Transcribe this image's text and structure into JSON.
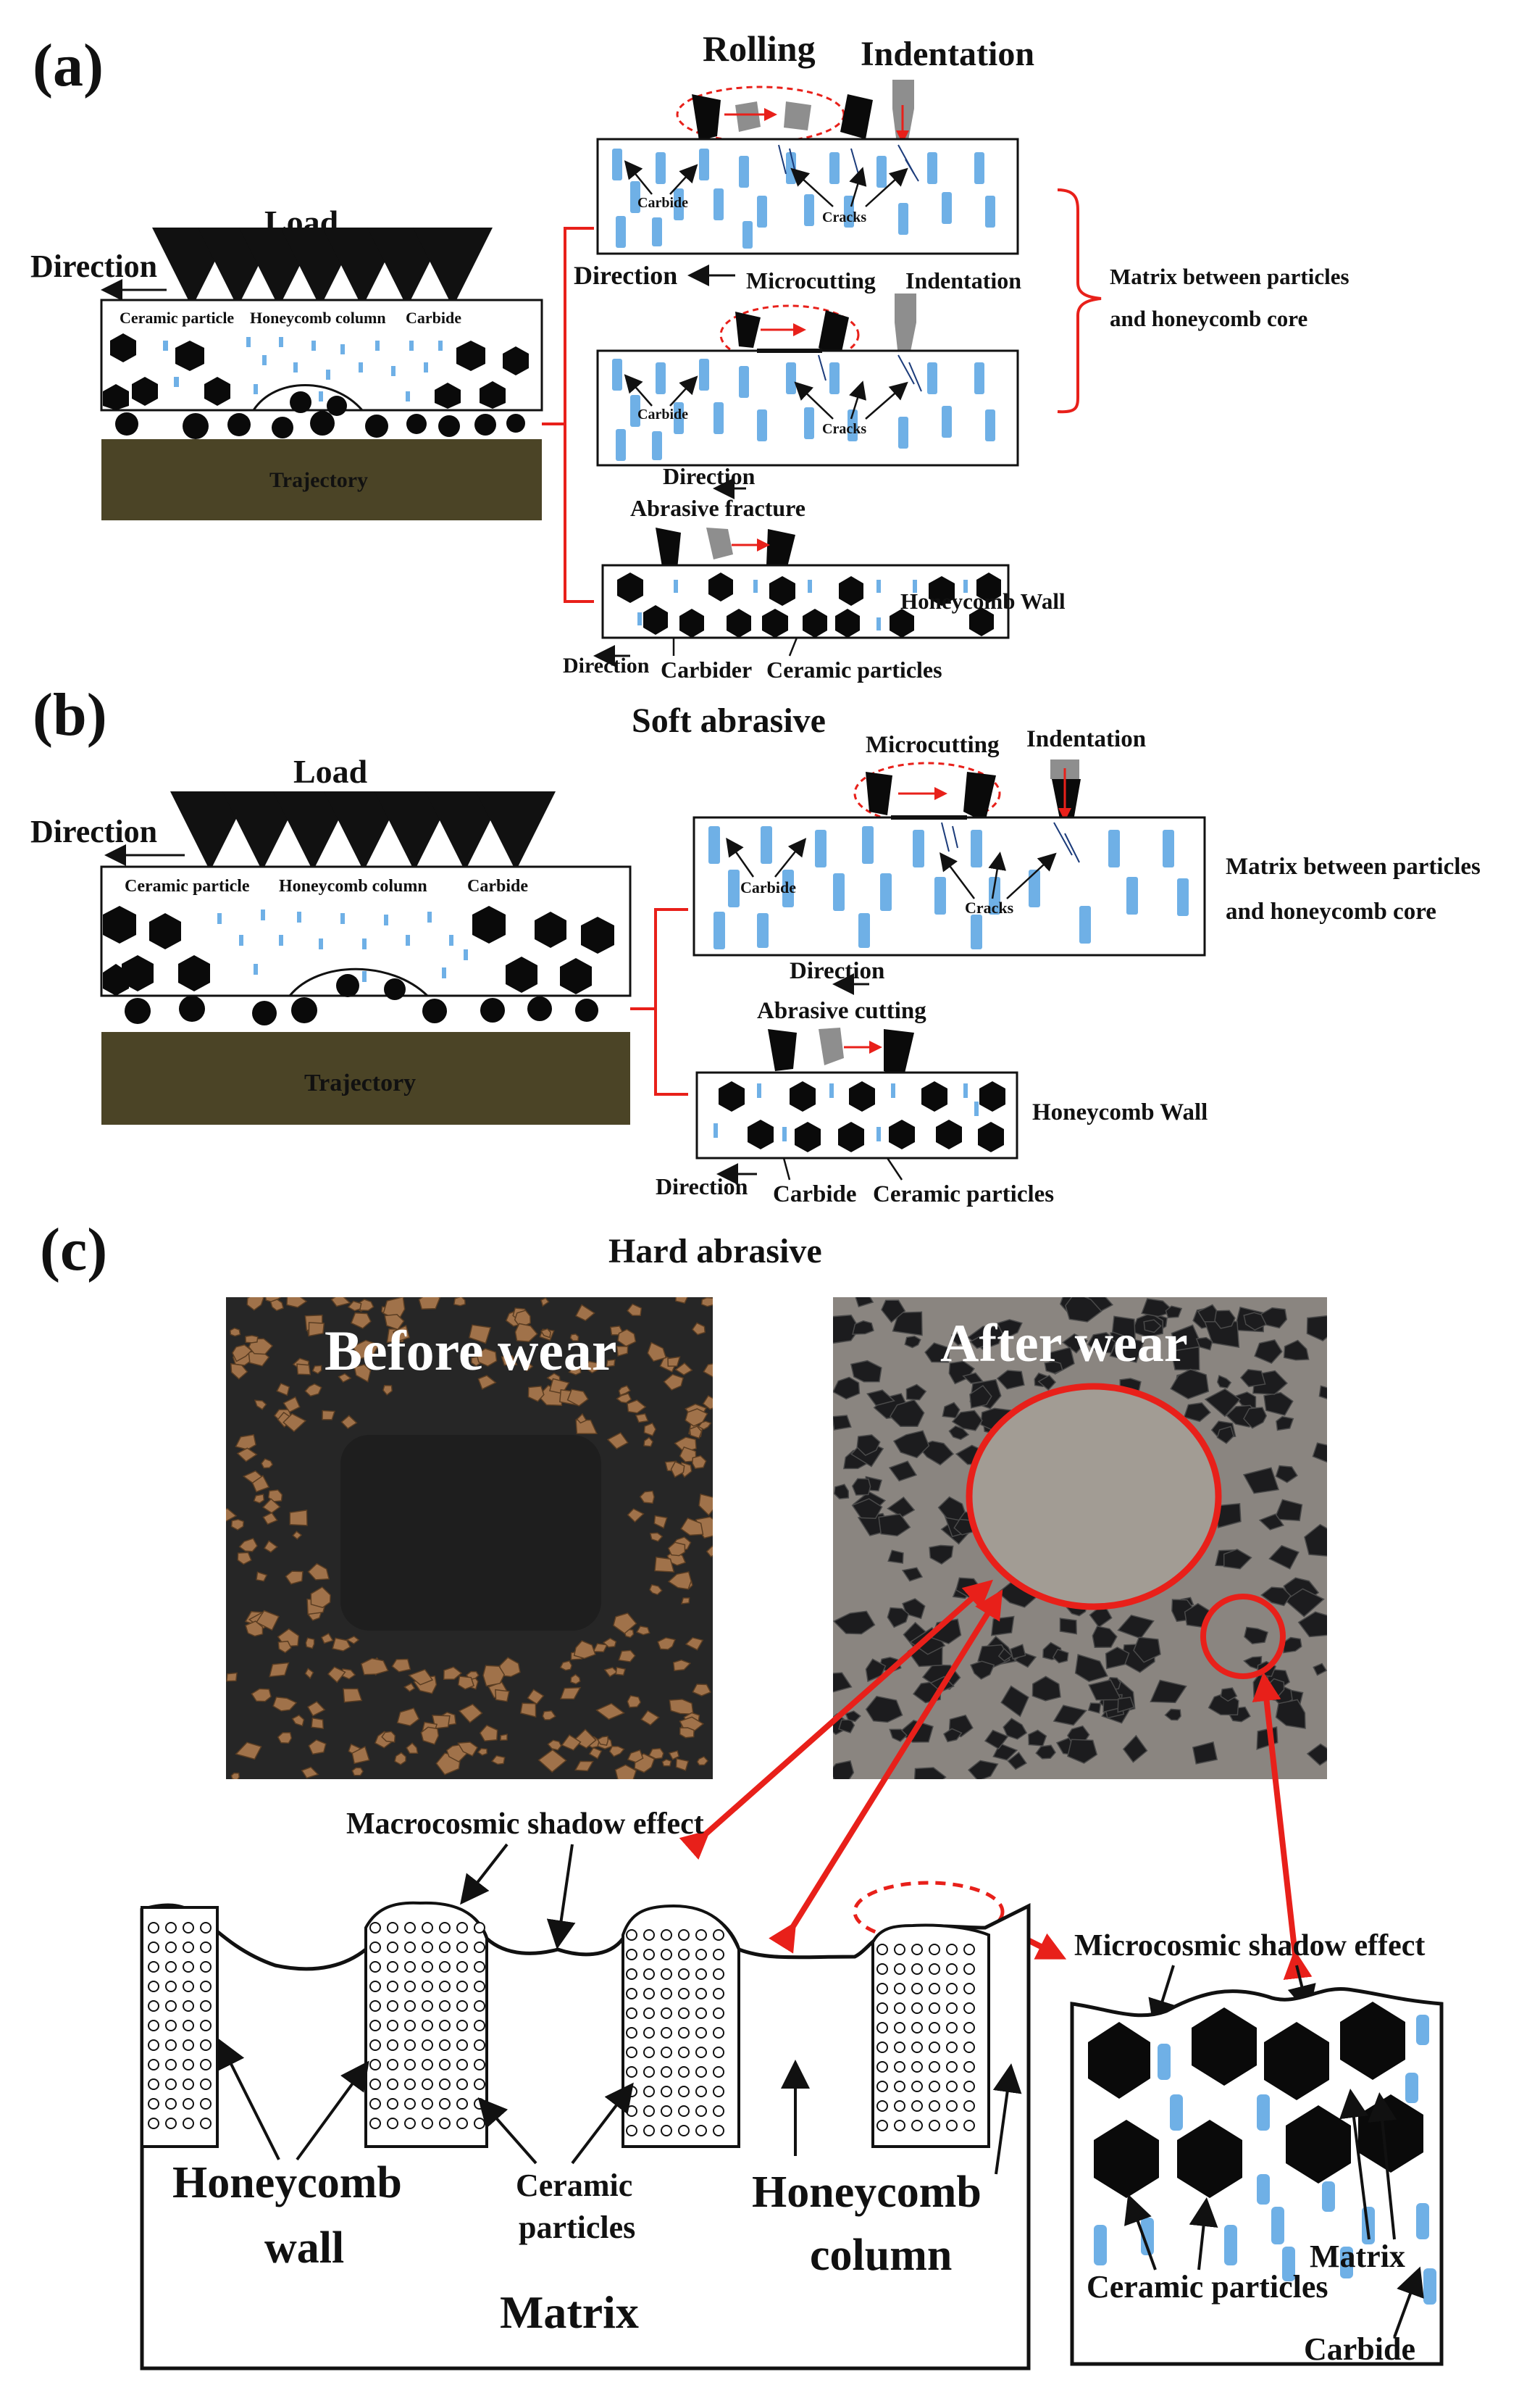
{
  "panel_a": {
    "label": "(a)",
    "caption": "Soft abrasive",
    "load": "Load",
    "direction": "Direction",
    "box_labels": {
      "ceramic": "Ceramic particle",
      "column": "Honeycomb column",
      "carbide": "Carbide"
    },
    "trajectory": "Trajectory",
    "rolling": "Rolling",
    "indentation": "Indentation",
    "microcutting": "Microcutting",
    "indentation_2": "Indentation",
    "carbide": "Carbide",
    "cracks": "Cracks",
    "direction_z1": "Direction",
    "direction_z2": "Direction",
    "direction_z3": "Direction",
    "matrix_label_1": "Matrix between particles",
    "matrix_label_2": "and honeycomb core",
    "abrasive_fracture": "Abrasive fracture",
    "honeycomb_wall": "Honeycomb Wall",
    "carbider": "Carbider",
    "ceramic_particles": "Ceramic particles"
  },
  "panel_b": {
    "label": "(b)",
    "caption": "Hard abrasive",
    "load": "Load",
    "direction": "Direction",
    "box_labels": {
      "ceramic": "Ceramic particle",
      "column": "Honeycomb column",
      "carbide": "Carbide"
    },
    "trajectory": "Trajectory",
    "microcutting": "Microcutting",
    "indentation": "Indentation",
    "carbide": "Carbide",
    "cracks": "Cracks",
    "direction_z1": "Direction",
    "direction_z2": "Direction",
    "matrix_label_1": "Matrix between particles",
    "matrix_label_2": "and honeycomb core",
    "abrasive_cutting": "Abrasive cutting",
    "honeycomb_wall": "Honeycomb Wall",
    "carbide_2": "Carbide",
    "ceramic_particles": "Ceramic particles"
  },
  "panel_c": {
    "label": "(c)",
    "before_wear": "Before wear",
    "after_wear": "After wear",
    "macro_shadow": "Macrocosmic shadow effect",
    "micro_shadow": "Microcosmic shadow effect",
    "honeycomb_wall_1": "Honeycomb",
    "honeycomb_wall_2": "wall",
    "ceramic_1": "Ceramic",
    "ceramic_2": "particles",
    "column_1": "Honeycomb",
    "column_2": "column",
    "matrix": "Matrix",
    "ceramic_particles": "Ceramic particles",
    "matrix_2": "Matrix",
    "carbide": "Carbide"
  },
  "colors": {
    "red": "#e8201a",
    "carbide_blue": "#6fb0e6",
    "particle_black": "#0a0a0a",
    "trajectory": "#4b4426",
    "photo_before": "#262626",
    "photo_after": "#8a8580",
    "grain_before": "#a0724a",
    "abrasive_grey": "#8e8e8e"
  }
}
